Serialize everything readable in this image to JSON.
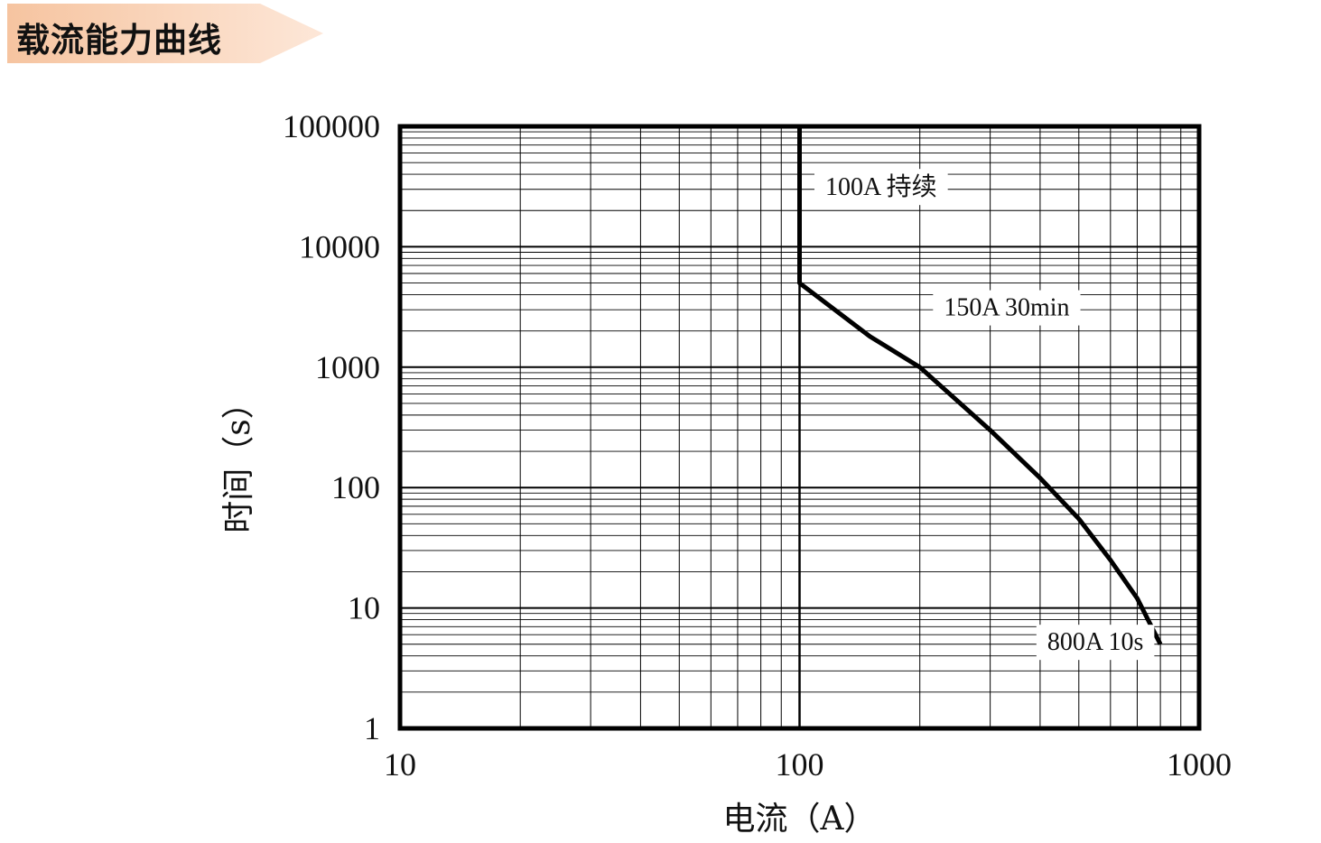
{
  "header": {
    "title": "载流能力曲线"
  },
  "colors": {
    "banner_start": "#f6c4a0",
    "banner_end": "#fff3ea",
    "line": "#000000",
    "grid": "#000000"
  },
  "chart_data": {
    "type": "line",
    "xscale": "log",
    "yscale": "log",
    "xlim": [
      10,
      1000
    ],
    "ylim": [
      1,
      100000
    ],
    "xlabel": "电流（A）",
    "ylabel": "时间（s）",
    "xticks": [
      "10",
      "100",
      "1000"
    ],
    "yticks": [
      "1",
      "10",
      "100",
      "1000",
      "10000",
      "100000"
    ],
    "grid": true,
    "series": [
      {
        "x": [
          100,
          100,
          100,
          150,
          200,
          300,
          400,
          500,
          600,
          700,
          800
        ],
        "y": [
          100000,
          30000,
          5000,
          1800,
          1000,
          300,
          120,
          55,
          25,
          12,
          5
        ]
      }
    ],
    "annotations": [
      {
        "text": "100A  持续",
        "x": 160,
        "y": 30000
      },
      {
        "text": "150A 30min",
        "x": 330,
        "y": 3000
      },
      {
        "text": "800A 10s",
        "x": 550,
        "y": 5
      }
    ]
  }
}
